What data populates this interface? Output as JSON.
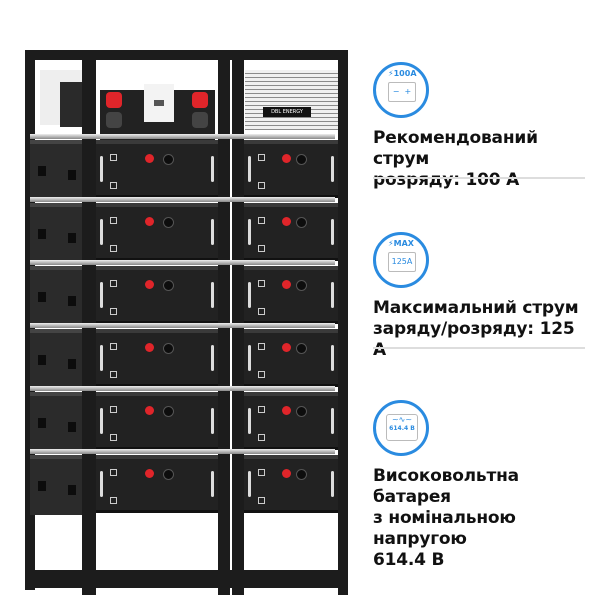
{
  "product": {
    "brand_label": "DBL ENERGY"
  },
  "features": [
    {
      "icon": "battery-100a-icon",
      "icon_text": "⚡100A",
      "text_line1": "Рекомендований струм",
      "text_line2": "розряду: 100 А"
    },
    {
      "icon": "battery-max-125a-icon",
      "icon_text_top": "⚡MAX",
      "icon_text": "125A",
      "text_line1": "Максимальний струм",
      "text_line2": "заряду/розряду: 125 А"
    },
    {
      "icon": "voltage-monitor-icon",
      "icon_text": "614.4 B",
      "text_line1": "Високовольтна батарея",
      "text_line2": "з номінальною напругою",
      "text_line3": "614.4 В"
    }
  ],
  "colors": {
    "accent": "#2a8be0",
    "terminal_red": "#e0252a",
    "rack": "#1c1c1c"
  }
}
